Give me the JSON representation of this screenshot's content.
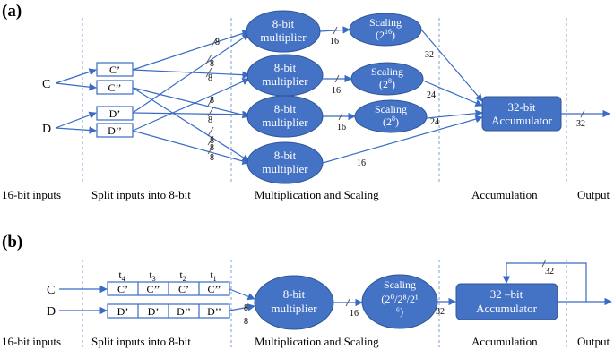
{
  "panel_a": {
    "label": "(a)",
    "inputs": [
      "C",
      "D"
    ],
    "splits": [
      "C’",
      "C’’",
      "D’",
      "D’’"
    ],
    "multipliers": [
      "8-bit",
      "multiplier"
    ],
    "scaling": [
      {
        "line1": "Scaling",
        "base": "(2",
        "exp": "16",
        "close": ")"
      },
      {
        "line1": "Scaling",
        "base": "(2",
        "exp": "8",
        "close": ")"
      },
      {
        "line1": "Scaling",
        "base": "(2",
        "exp": "8",
        "close": ")"
      }
    ],
    "accumulator": [
      "32-bit",
      "Accumulator"
    ],
    "widths": {
      "split_to_mult": [
        "8",
        "8",
        "8",
        "8",
        "8",
        "8",
        "8",
        "8"
      ],
      "mult_out": [
        "16",
        "16",
        "16",
        "16"
      ],
      "scaled_out": [
        "32",
        "24",
        "24"
      ],
      "output": "32"
    },
    "stages": [
      "16-bit inputs",
      "Split inputs into 8-bit",
      "Multiplication  and Scaling",
      "Accumulation",
      "Output"
    ]
  },
  "panel_b": {
    "label": "(b)",
    "inputs": [
      "C",
      "D"
    ],
    "times": [
      "t4",
      "t3",
      "t2",
      "t1"
    ],
    "row_c": [
      "C’",
      "C’’",
      "C’",
      "C’’"
    ],
    "row_d": [
      "D’",
      "D’",
      "D’’",
      "D’’"
    ],
    "multiplier": [
      "8-bit",
      "multiplier"
    ],
    "scaling": [
      "Scaling",
      "(2⁰/2⁸/2¹",
      "⁶)"
    ],
    "accumulator": [
      "32 –bit",
      "Accumulator"
    ],
    "widths": {
      "mult_in": [
        "8",
        "8"
      ],
      "mult_out": "16",
      "scaled_out": "32",
      "feedback": "32"
    },
    "stages": [
      "16-bit inputs",
      "Split inputs into 8-bit",
      "Multiplication  and Scaling",
      "Accumulation",
      "Output"
    ]
  }
}
